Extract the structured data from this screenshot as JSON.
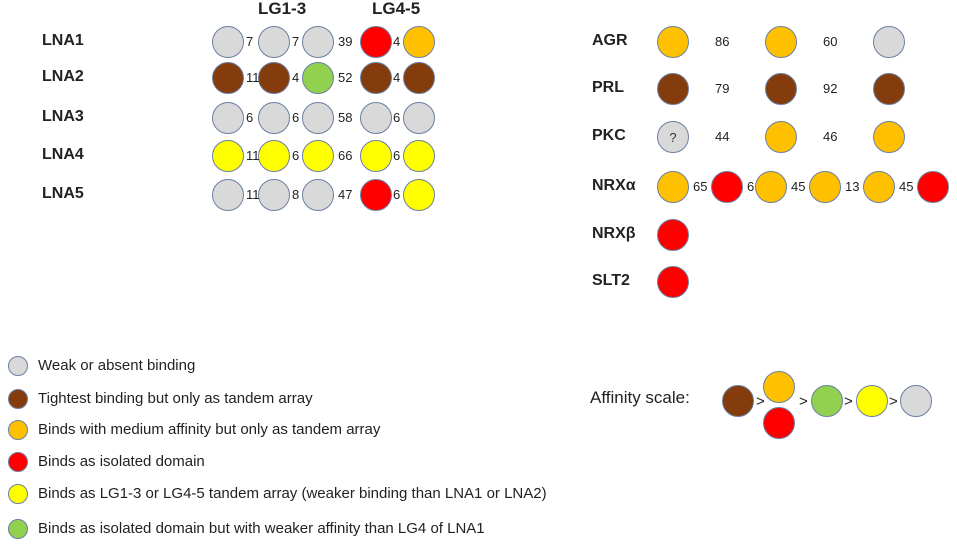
{
  "colors": {
    "grey": "#d9d9d9",
    "brown": "#843c0c",
    "orange": "#ffc000",
    "red": "#ff0000",
    "yellow": "#ffff00",
    "green": "#92d050",
    "border": "#6b7fa3"
  },
  "headers": {
    "lg13": "LG1-3",
    "lg45": "LG4-5"
  },
  "left_rows": [
    {
      "label": "LNA1",
      "circles": [
        "grey",
        "grey",
        "grey",
        "red",
        "orange"
      ],
      "numbers": [
        "7",
        "7",
        "39",
        "4"
      ]
    },
    {
      "label": "LNA2",
      "circles": [
        "brown",
        "brown",
        "green",
        "brown",
        "brown"
      ],
      "numbers": [
        "11",
        "4",
        "52",
        "4"
      ]
    },
    {
      "label": "LNA3",
      "circles": [
        "grey",
        "grey",
        "grey",
        "grey",
        "grey"
      ],
      "numbers": [
        "6",
        "6",
        "58",
        "6"
      ]
    },
    {
      "label": "LNA4",
      "circles": [
        "yellow",
        "yellow",
        "yellow",
        "yellow",
        "yellow"
      ],
      "numbers": [
        "11",
        "6",
        "66",
        "6"
      ]
    },
    {
      "label": "LNA5",
      "circles": [
        "grey",
        "grey",
        "grey",
        "red",
        "yellow"
      ],
      "numbers": [
        "11",
        "8",
        "47",
        "6"
      ]
    }
  ],
  "right_rows": [
    {
      "label": "AGR",
      "items": [
        {
          "c": "orange"
        },
        {
          "n": "86"
        },
        {
          "c": "orange"
        },
        {
          "n": "60"
        },
        {
          "c": "grey"
        }
      ]
    },
    {
      "label": "PRL",
      "items": [
        {
          "c": "brown"
        },
        {
          "n": "79"
        },
        {
          "c": "brown"
        },
        {
          "n": "92"
        },
        {
          "c": "brown"
        }
      ]
    },
    {
      "label": "PKC",
      "items": [
        {
          "c": "grey",
          "t": "?"
        },
        {
          "n": "44"
        },
        {
          "c": "orange"
        },
        {
          "n": "46"
        },
        {
          "c": "orange"
        }
      ]
    },
    {
      "label": "NRXα",
      "items": [
        {
          "c": "orange"
        },
        {
          "n": "65"
        },
        {
          "c": "red"
        },
        {
          "n": "6"
        },
        {
          "c": "orange"
        },
        {
          "n": "45"
        },
        {
          "c": "orange"
        },
        {
          "n": "13"
        },
        {
          "c": "orange"
        },
        {
          "n": "45"
        },
        {
          "c": "red"
        }
      ]
    },
    {
      "label": "NRXβ",
      "items": [
        {
          "c": "red"
        }
      ]
    },
    {
      "label": "SLT2",
      "items": [
        {
          "c": "red"
        }
      ]
    }
  ],
  "legend": [
    {
      "color": "grey",
      "text": "Weak or absent binding"
    },
    {
      "color": "brown",
      "text": "Tightest binding but only as tandem array"
    },
    {
      "color": "orange",
      "text": "Binds with medium  affinity but only as tandem array"
    },
    {
      "color": "red",
      "text": "Binds as isolated domain"
    },
    {
      "color": "yellow",
      "text": "Binds as LG1-3 or LG4-5 tandem array (weaker binding than LNA1 or LNA2)"
    },
    {
      "color": "green",
      "text": "Binds as isolated domain but with weaker affinity than LG4 of LNA1"
    }
  ],
  "affinity": {
    "label": "Affinity scale:",
    "separator": ">",
    "order": [
      "brown",
      [
        "orange",
        "red"
      ],
      "green",
      "yellow",
      "grey"
    ]
  }
}
